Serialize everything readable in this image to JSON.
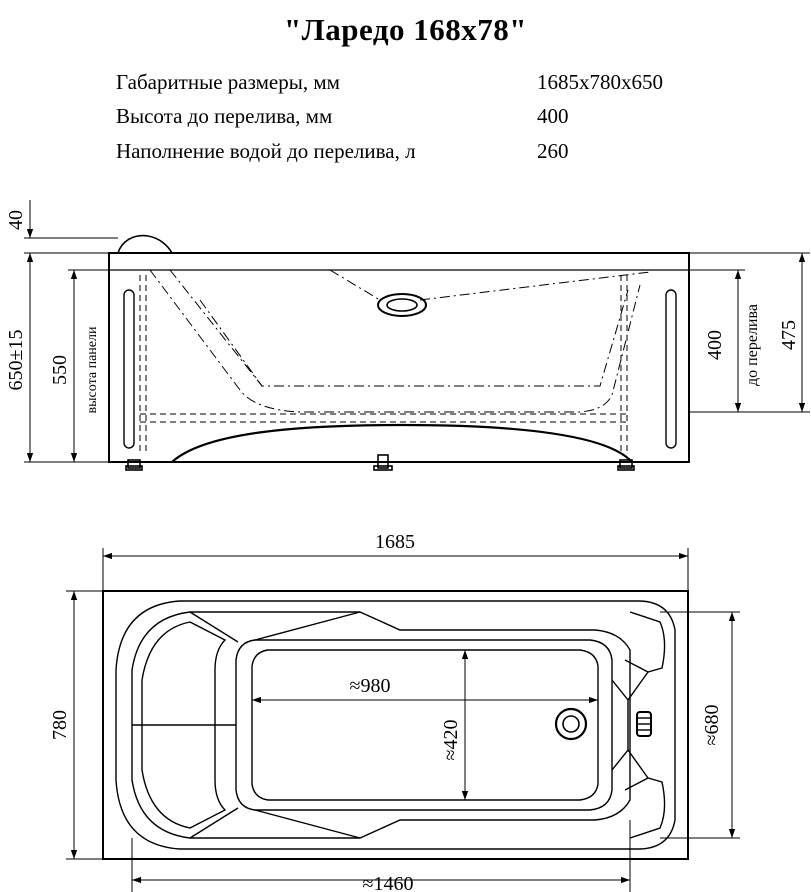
{
  "title": "\"Ларедо 168x78\"",
  "specs": [
    {
      "label": "Габаритные размеры, мм",
      "value": "1685x780x650"
    },
    {
      "label": "Высота до перелива, мм",
      "value": "400"
    },
    {
      "label": "Наполнение водой до перелива, л",
      "value": "260"
    }
  ],
  "side_view": {
    "dim_rim": "40",
    "dim_total_height": "650±15",
    "dim_panel": "550",
    "panel_height_label": "высота панели",
    "dim_overflow": "400",
    "overflow_label": "до перелива",
    "dim_right": "475"
  },
  "top_view": {
    "dim_length": "1685",
    "dim_width": "780",
    "dim_inner_length": "≈980",
    "dim_inner_width": "≈420",
    "dim_width_680": "≈680",
    "dim_bottom_length": "≈1460"
  }
}
